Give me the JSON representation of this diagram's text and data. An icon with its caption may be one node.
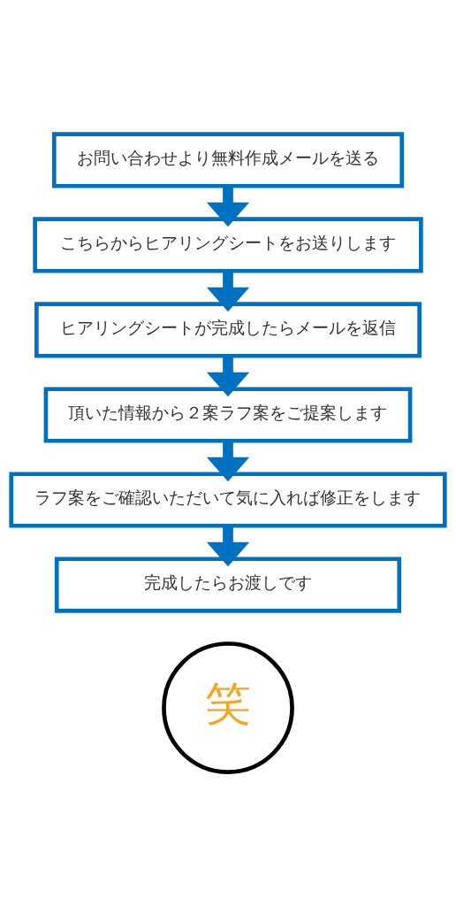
{
  "diagram": {
    "nodes": [
      {
        "text": [
          "お問い合わせより無料作成メールを送る"
        ]
      },
      {
        "text": [
          "こちらからヒアリングシートをお送りします"
        ]
      },
      {
        "text": [
          "ヒアリングシートが完成したらメールを返信"
        ]
      },
      {
        "text": [
          "頂いた情報から２案ラフ案をご提案します"
        ]
      },
      {
        "text": [
          "ラフ案をご確認いただいて気に入れば修正をします"
        ]
      },
      {
        "text": [
          "完成したらお渡しです"
        ]
      }
    ],
    "edges": [
      {
        "from": 0,
        "to": 1,
        "arrow": "to"
      },
      {
        "from": 1,
        "to": 2,
        "arrow": "to"
      },
      {
        "from": 2,
        "to": 3,
        "arrow": "to"
      },
      {
        "from": 3,
        "to": 4,
        "arrow": "to"
      },
      {
        "from": 4,
        "to": 5,
        "arrow": "to"
      }
    ],
    "labels": [
      "笑"
    ]
  }
}
